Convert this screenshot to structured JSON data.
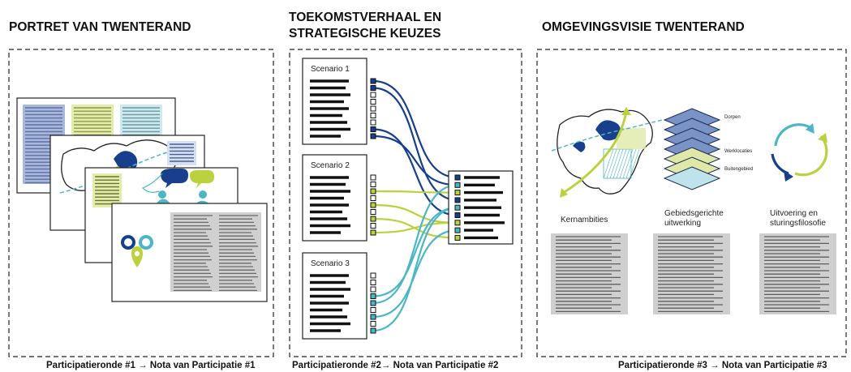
{
  "panels": {
    "portret": {
      "heading": "PORTRET VAN TWENTERAND",
      "footer": "Participatieronde #1 → Nota van Participatie #1"
    },
    "toekomst": {
      "heading_line1": "TOEKOMSTVERHAAL EN",
      "heading_line2": "STRATEGISCHE KEUZES",
      "footer": "Participatieronde #2→ Nota van Participatie #2",
      "scenarios": [
        "Scenario 1",
        "Scenario 2",
        "Scenario 3"
      ]
    },
    "omgevingsvisie": {
      "heading": "OMGEVINGSVISIE TWENTERAND",
      "footer": "Participatieronde #3 → Nota van Participatie #3",
      "layers": [
        "Dorpen",
        "Werklocaties",
        "Buitengebied"
      ],
      "columns": [
        {
          "line1": "Kernambities",
          "line2": ""
        },
        {
          "line1": "Gebiedsgerichte",
          "line2": "uitwerking"
        },
        {
          "line1": "Uitvoering en",
          "line2": "sturingsfilosofie"
        }
      ]
    }
  },
  "colors": {
    "navy": "#173f8c",
    "lime": "#bcd13e",
    "teal": "#4bb6c6",
    "steel": "#7a93c6",
    "paleLime": "#dfe8a6",
    "paleTeal": "#bfe3ea",
    "gray": "#cfcfcf",
    "text": "#111111"
  }
}
